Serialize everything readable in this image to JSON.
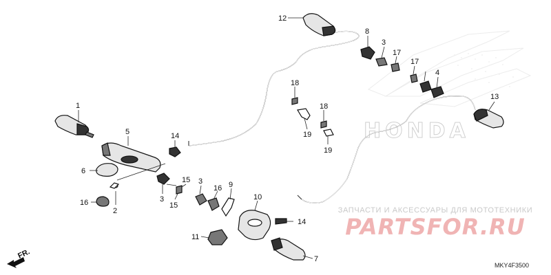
{
  "diagram": {
    "code": "MKY4F3500",
    "direction_label": "FR.",
    "brand_watermark": "HONDA",
    "callouts": [
      "1",
      "2",
      "3",
      "3",
      "3",
      "4",
      "5",
      "6",
      "7",
      "8",
      "9",
      "10",
      "11",
      "12",
      "13",
      "14",
      "14",
      "15",
      "15",
      "16",
      "16",
      "17",
      "17",
      "18",
      "18",
      "19",
      "19"
    ]
  },
  "watermark": {
    "top_line": "ЗАПЧАСТИ И АКСЕССУАРЫ ДЛЯ МОТОТЕХНИКИ",
    "brand": "PARTSFOR.RU"
  }
}
